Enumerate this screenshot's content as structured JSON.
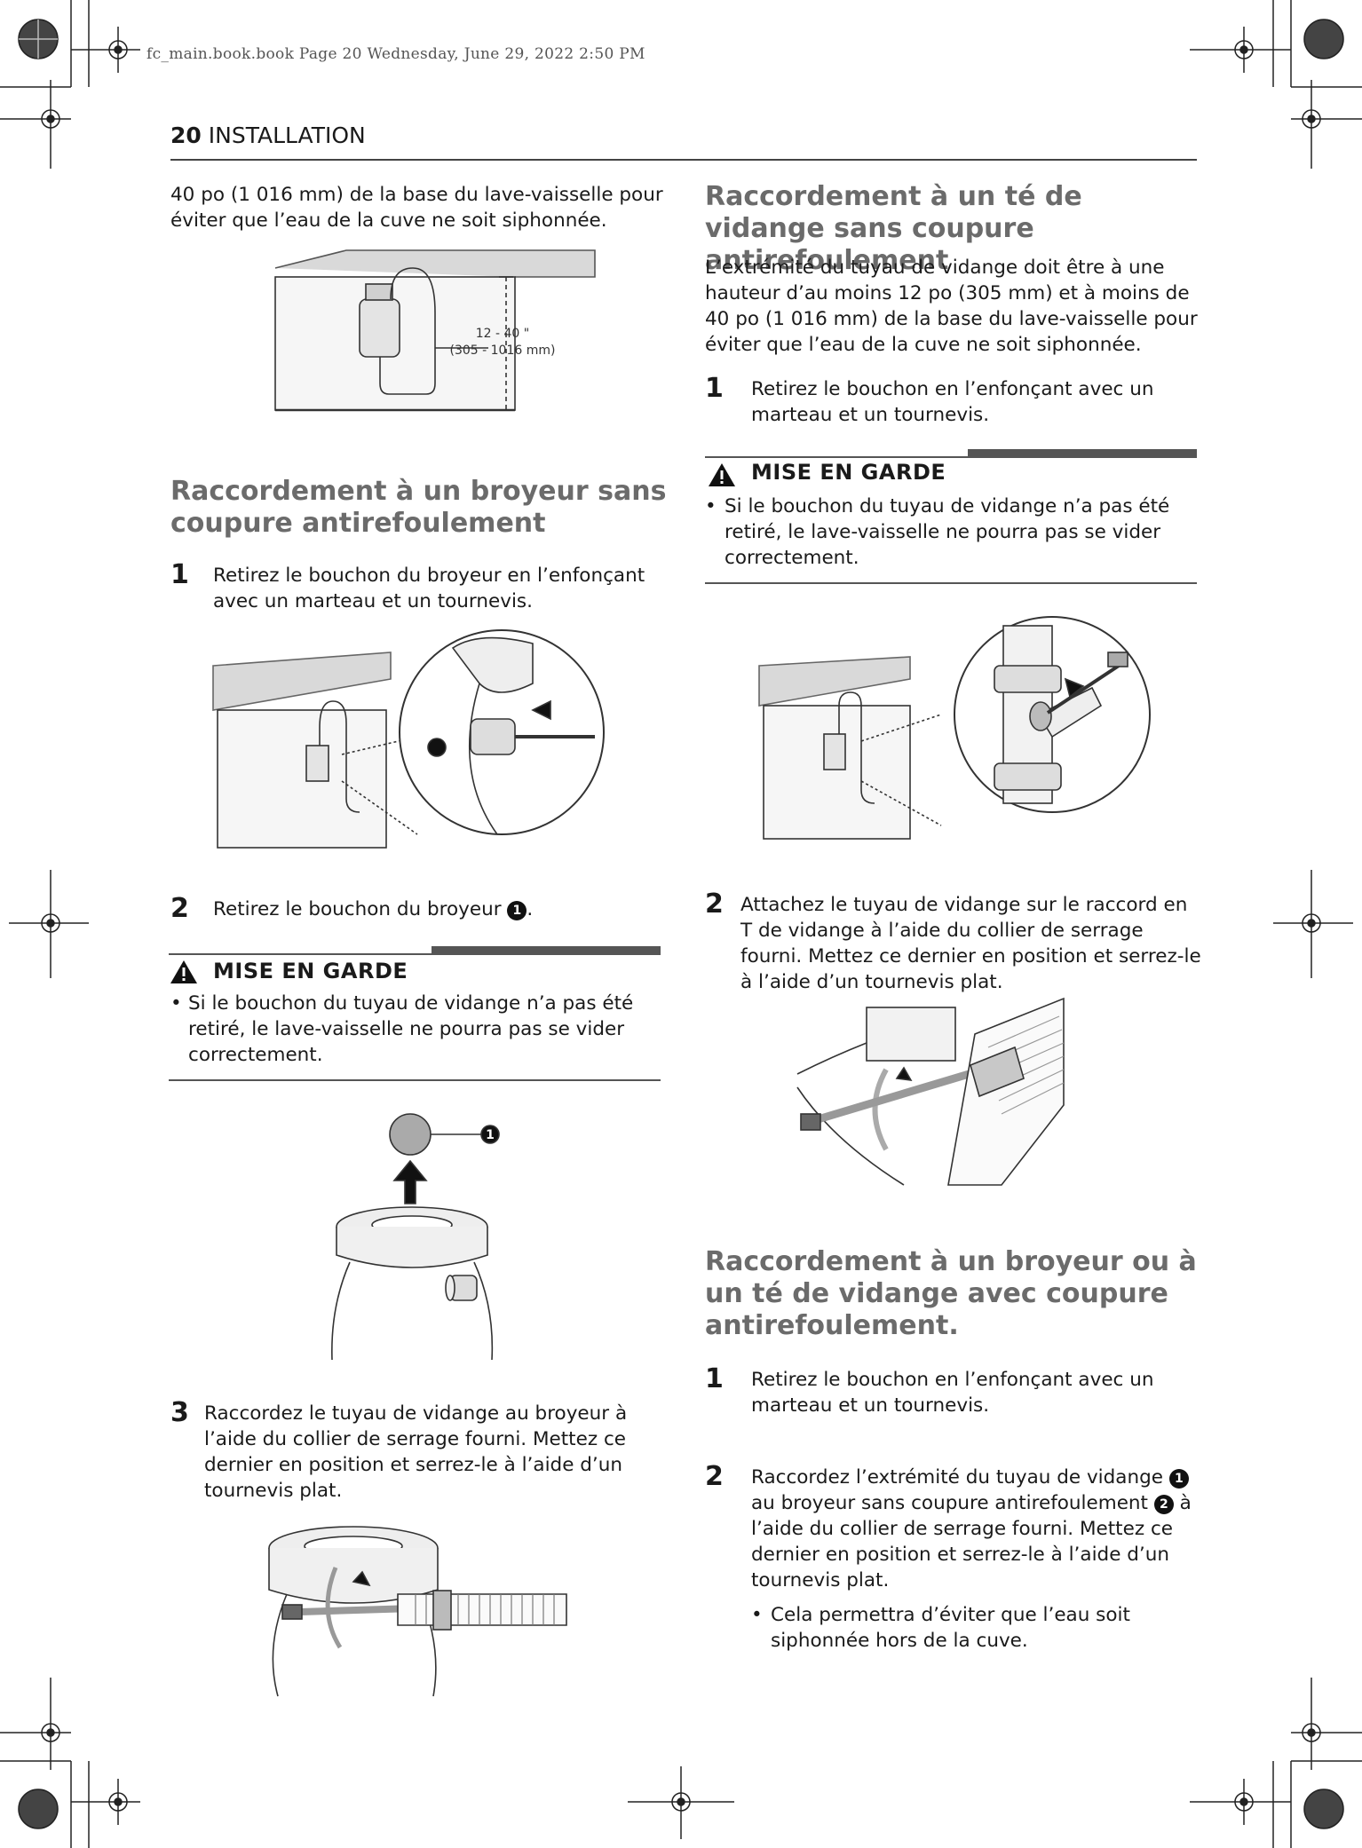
{
  "slug": "fc_main.book.book  Page 20  Wednesday, June 29, 2022  2:50 PM",
  "header": {
    "page_number": "20",
    "section": "INSTALLATION"
  },
  "left": {
    "intro": "40 po (1 016 mm) de la base du lave-vaisselle pour éviter que l’eau de la cuve ne soit siphonnée.",
    "fig1_label_line1": "12 - 40 \"",
    "fig1_label_line2": "(305 - 1016 mm)",
    "heading": "Raccordement à un broyeur sans coupure antirefoulement",
    "step1_num": "1",
    "step1_text": "Retirez le bouchon du broyeur en l’enfonçant avec un marteau et un tournevis.",
    "step2_num": "2",
    "step2_text": "Retirez le bouchon du broyeur",
    "step2_marker": "1",
    "step2_end": ".",
    "caution_title": "MISE EN GARDE",
    "caution_text": "Si le bouchon du tuyau de vidange n’a pas été retiré, le lave-vaisselle ne pourra pas se vider correctement.",
    "fig_marker": "1",
    "step3_num": "3",
    "step3_text": "Raccordez le tuyau de vidange au broyeur à l’aide du collier de serrage fourni. Mettez ce dernier en position et serrez-le à l’aide d’un tournevis plat."
  },
  "right": {
    "heading1": "Raccordement à un té de vidange sans coupure antirefoulement",
    "intro": "L’extrémité du tuyau de vidange doit être à une hauteur d’au moins 12 po (305 mm) et à moins de 40 po (1 016 mm) de la base du lave-vaisselle pour éviter que l’eau de la cuve ne soit siphonnée.",
    "step1_num": "1",
    "step1_text": "Retirez le bouchon en l’enfonçant avec un marteau et un tournevis.",
    "caution_title": "MISE EN GARDE",
    "caution_text": "Si le bouchon du tuyau de vidange n’a pas été retiré, le lave-vaisselle ne pourra pas se vider correctement.",
    "step2_num": "2",
    "step2_text": "Attachez le tuyau de vidange sur le raccord en T de vidange à l’aide du collier de serrage fourni. Mettez ce dernier en position et serrez-le à l’aide d’un tournevis plat.",
    "heading2": "Raccordement à un broyeur ou à un té de vidange avec coupure antirefoulement.",
    "b_step1_num": "1",
    "b_step1_text": "Retirez le bouchon en l’enfonçant avec un marteau et un tournevis.",
    "b_step2_num": "2",
    "b_step2_a": "Raccordez l’extrémité du tuyau de vidange",
    "b_step2_m1": "1",
    "b_step2_b": "au broyeur sans coupure antirefoulement",
    "b_step2_m2": "2",
    "b_step2_c": "à l’aide du collier de serrage fourni. Mettez ce dernier en position et serrez-le à l’aide d’un tournevis plat.",
    "b_bullet": "Cela permettra d’éviter que l’eau soit siphonnée hors de la cuve."
  }
}
